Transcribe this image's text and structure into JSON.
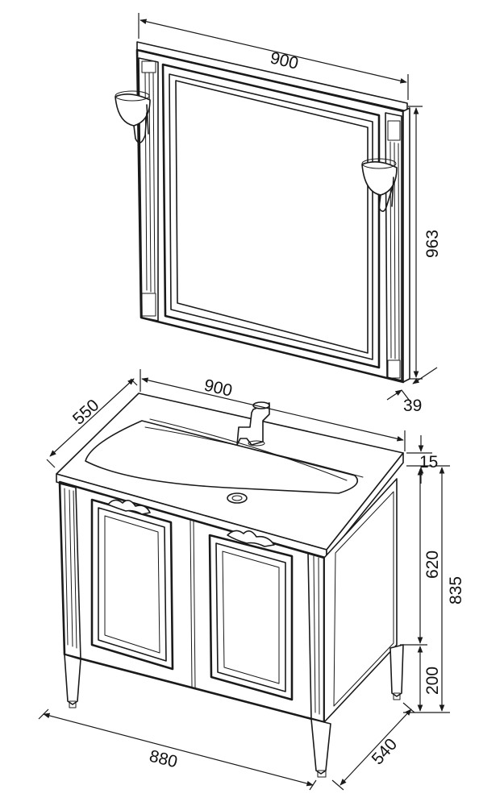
{
  "dimensions": {
    "mirror_width": "900",
    "mirror_height": "963",
    "mirror_depth": "39",
    "sink_width": "900",
    "sink_depth": "550",
    "sink_thickness": "15",
    "cabinet_width": "880",
    "cabinet_depth": "540",
    "body_height": "620",
    "total_height": "835",
    "leg_height": "200"
  },
  "colors": {
    "line": "#1a1a1a",
    "background": "#ffffff"
  }
}
